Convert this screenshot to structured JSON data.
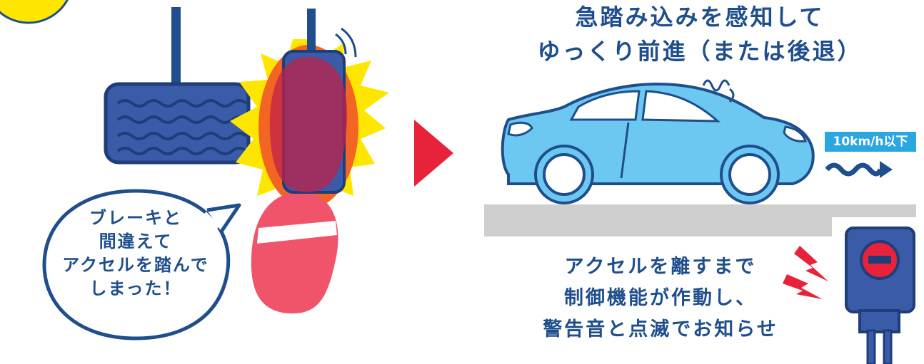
{
  "heading": {
    "line1": "急踏み込みを感知して",
    "line2": "ゆっくり前進（または後退）"
  },
  "bubble": {
    "line1": "ブレーキと",
    "line2": "間違えて",
    "line3": "アクセルを踏んで",
    "line4": "しまった！"
  },
  "speed_badge": "10km/h以下",
  "notice": {
    "line1": "アクセルを離すまで",
    "line2": "制御機能が作動し、",
    "line3": "警告音と点滅でお知らせ"
  },
  "colors": {
    "text": "#1f4e8c",
    "pedal": "#3a5ba8",
    "car": "#6cc8f0",
    "alert_red": "#e8223a",
    "flash_yellow": "#ffe600",
    "accent_blue": "#2aa6e0",
    "road": "#cfcfcf"
  },
  "icons": [
    "brake-pedal-icon",
    "accelerator-pedal-icon",
    "foot-icon",
    "arrow-right-icon",
    "car-icon",
    "lightning-icon",
    "warning-device-icon"
  ]
}
